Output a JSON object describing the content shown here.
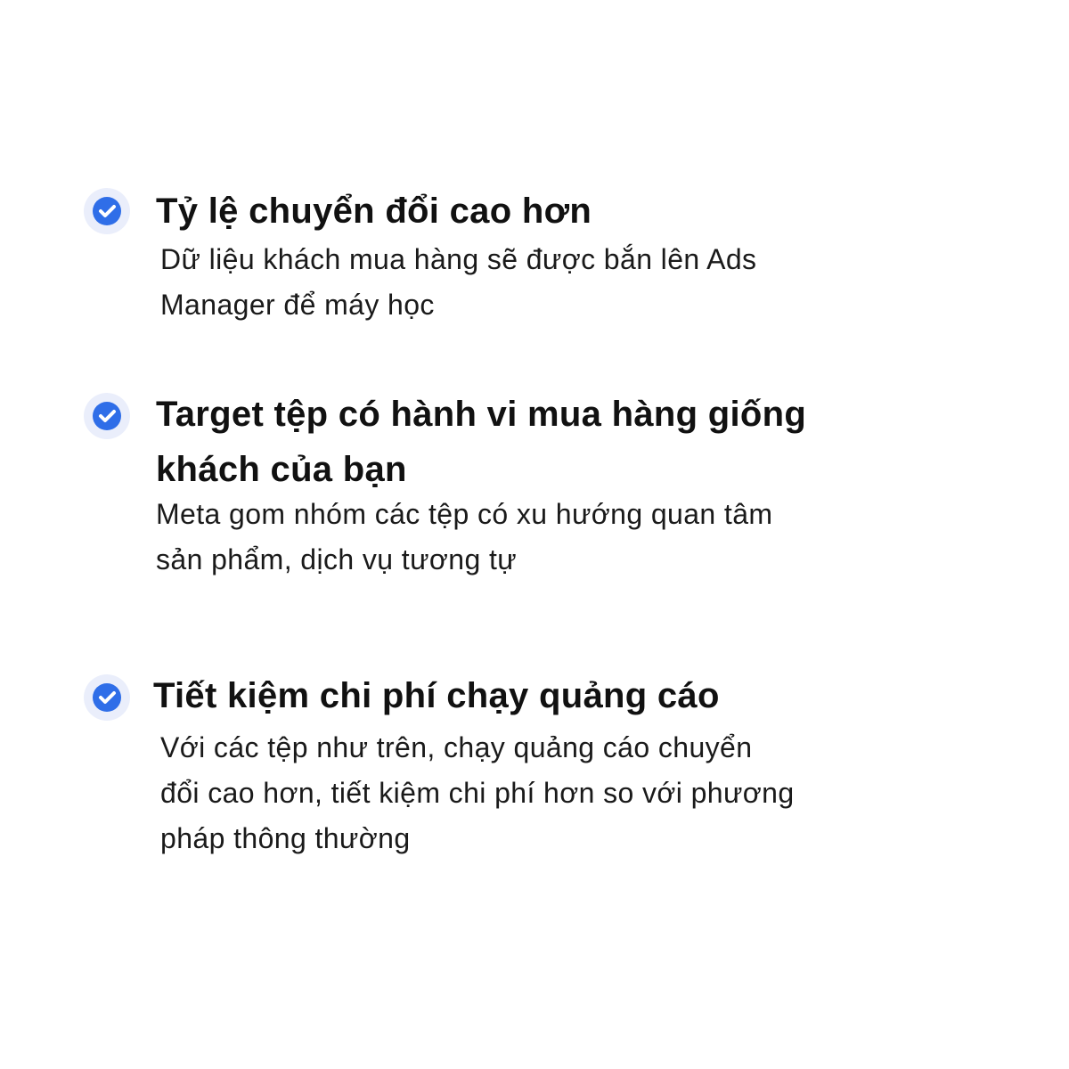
{
  "colors": {
    "accent": "#2f6ee8",
    "icon_bg": "#eaeefb"
  },
  "items": [
    {
      "icon": "check-circle-icon",
      "title_lines": [
        "Tỷ lệ chuyển đổi cao hơn"
      ],
      "body_lines": [
        "Dữ liệu khách mua hàng sẽ được bắn lên Ads",
        "Manager để máy học"
      ]
    },
    {
      "icon": "check-circle-icon",
      "title_lines": [
        "Target tệp có hành vi mua hàng giống",
        "khách của bạn"
      ],
      "body_lines": [
        "Meta gom nhóm các tệp có xu hướng quan tâm",
        "sản phẩm, dịch vụ tương tự"
      ]
    },
    {
      "icon": "check-circle-icon",
      "title_lines": [
        "Tiết kiệm chi phí chạy quảng cáo"
      ],
      "body_lines": [
        "Với các tệp như trên, chạy quảng cáo chuyển",
        "đổi cao hơn, tiết kiệm chi phí hơn so với phương",
        "pháp thông thường"
      ]
    }
  ]
}
